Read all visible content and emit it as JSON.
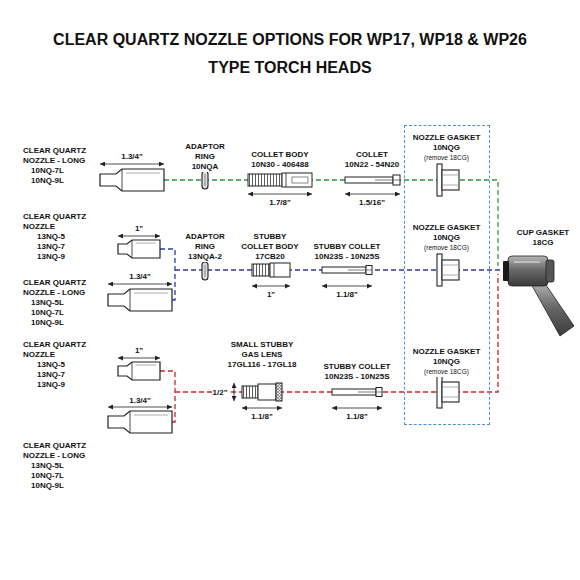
{
  "diagram": {
    "title": "CLEAR QUARTZ NOZZLE OPTIONS FOR WP17, WP18 & WP26 TYPE TORCH HEADS",
    "nodes": [
      {
        "text": [
          "NOZZLE GASKET",
          "10NQG",
          "(remove 18CG)",
          "NOZZLE GASKET",
          "10NQG",
          "(remove 18CG)",
          "NOZZLE GASKET",
          "10NQG",
          "(remove 18CG)"
        ]
      }
    ],
    "labels": [
      "CLEAR QUARTZ NOZZLE - LONG",
      "10NQ-7L",
      "10NQ-9L",
      "1.3/4\"",
      "ADAPTOR RING",
      "10NQA",
      "COLLET BODY",
      "10N30 - 406488",
      "1.7/8\"",
      "COLLET",
      "10N22 - 54N20",
      "1.5/16\"",
      "CUP GASKET",
      "18CG",
      "CLEAR QUARTZ NOZZLE",
      "13NQ-5",
      "13NQ-7",
      "13NQ-9",
      "1\"",
      "ADAPTOR RING",
      "13NQA-2",
      "STUBBY COLLET BODY",
      "17CB20",
      "1\"",
      "STUBBY COLLET",
      "10N23S - 10N25S",
      "1.1/8\"",
      "CLEAR QUARTZ NOZZLE - LONG",
      "13NQ-5L",
      "10NQ-7L",
      "10NQ-9L",
      "1.3/4\"",
      "CLEAR QUARTZ NOZZLE",
      "13NQ-5",
      "13NQ-7",
      "13NQ-9",
      "1\"",
      "SMALL STUBBY GAS LENS",
      "17GL116 - 17GL18",
      "1/2\"",
      "1.1/8\"",
      "STUBBY COLLET",
      "10N23S - 10N25S",
      "1.1/8\"",
      "CLEAR QUARTZ NOZZLE - LONG",
      "13NQ-5L",
      "10NQ-7L",
      "10NQ-9L",
      "1.3/4\""
    ]
  }
}
